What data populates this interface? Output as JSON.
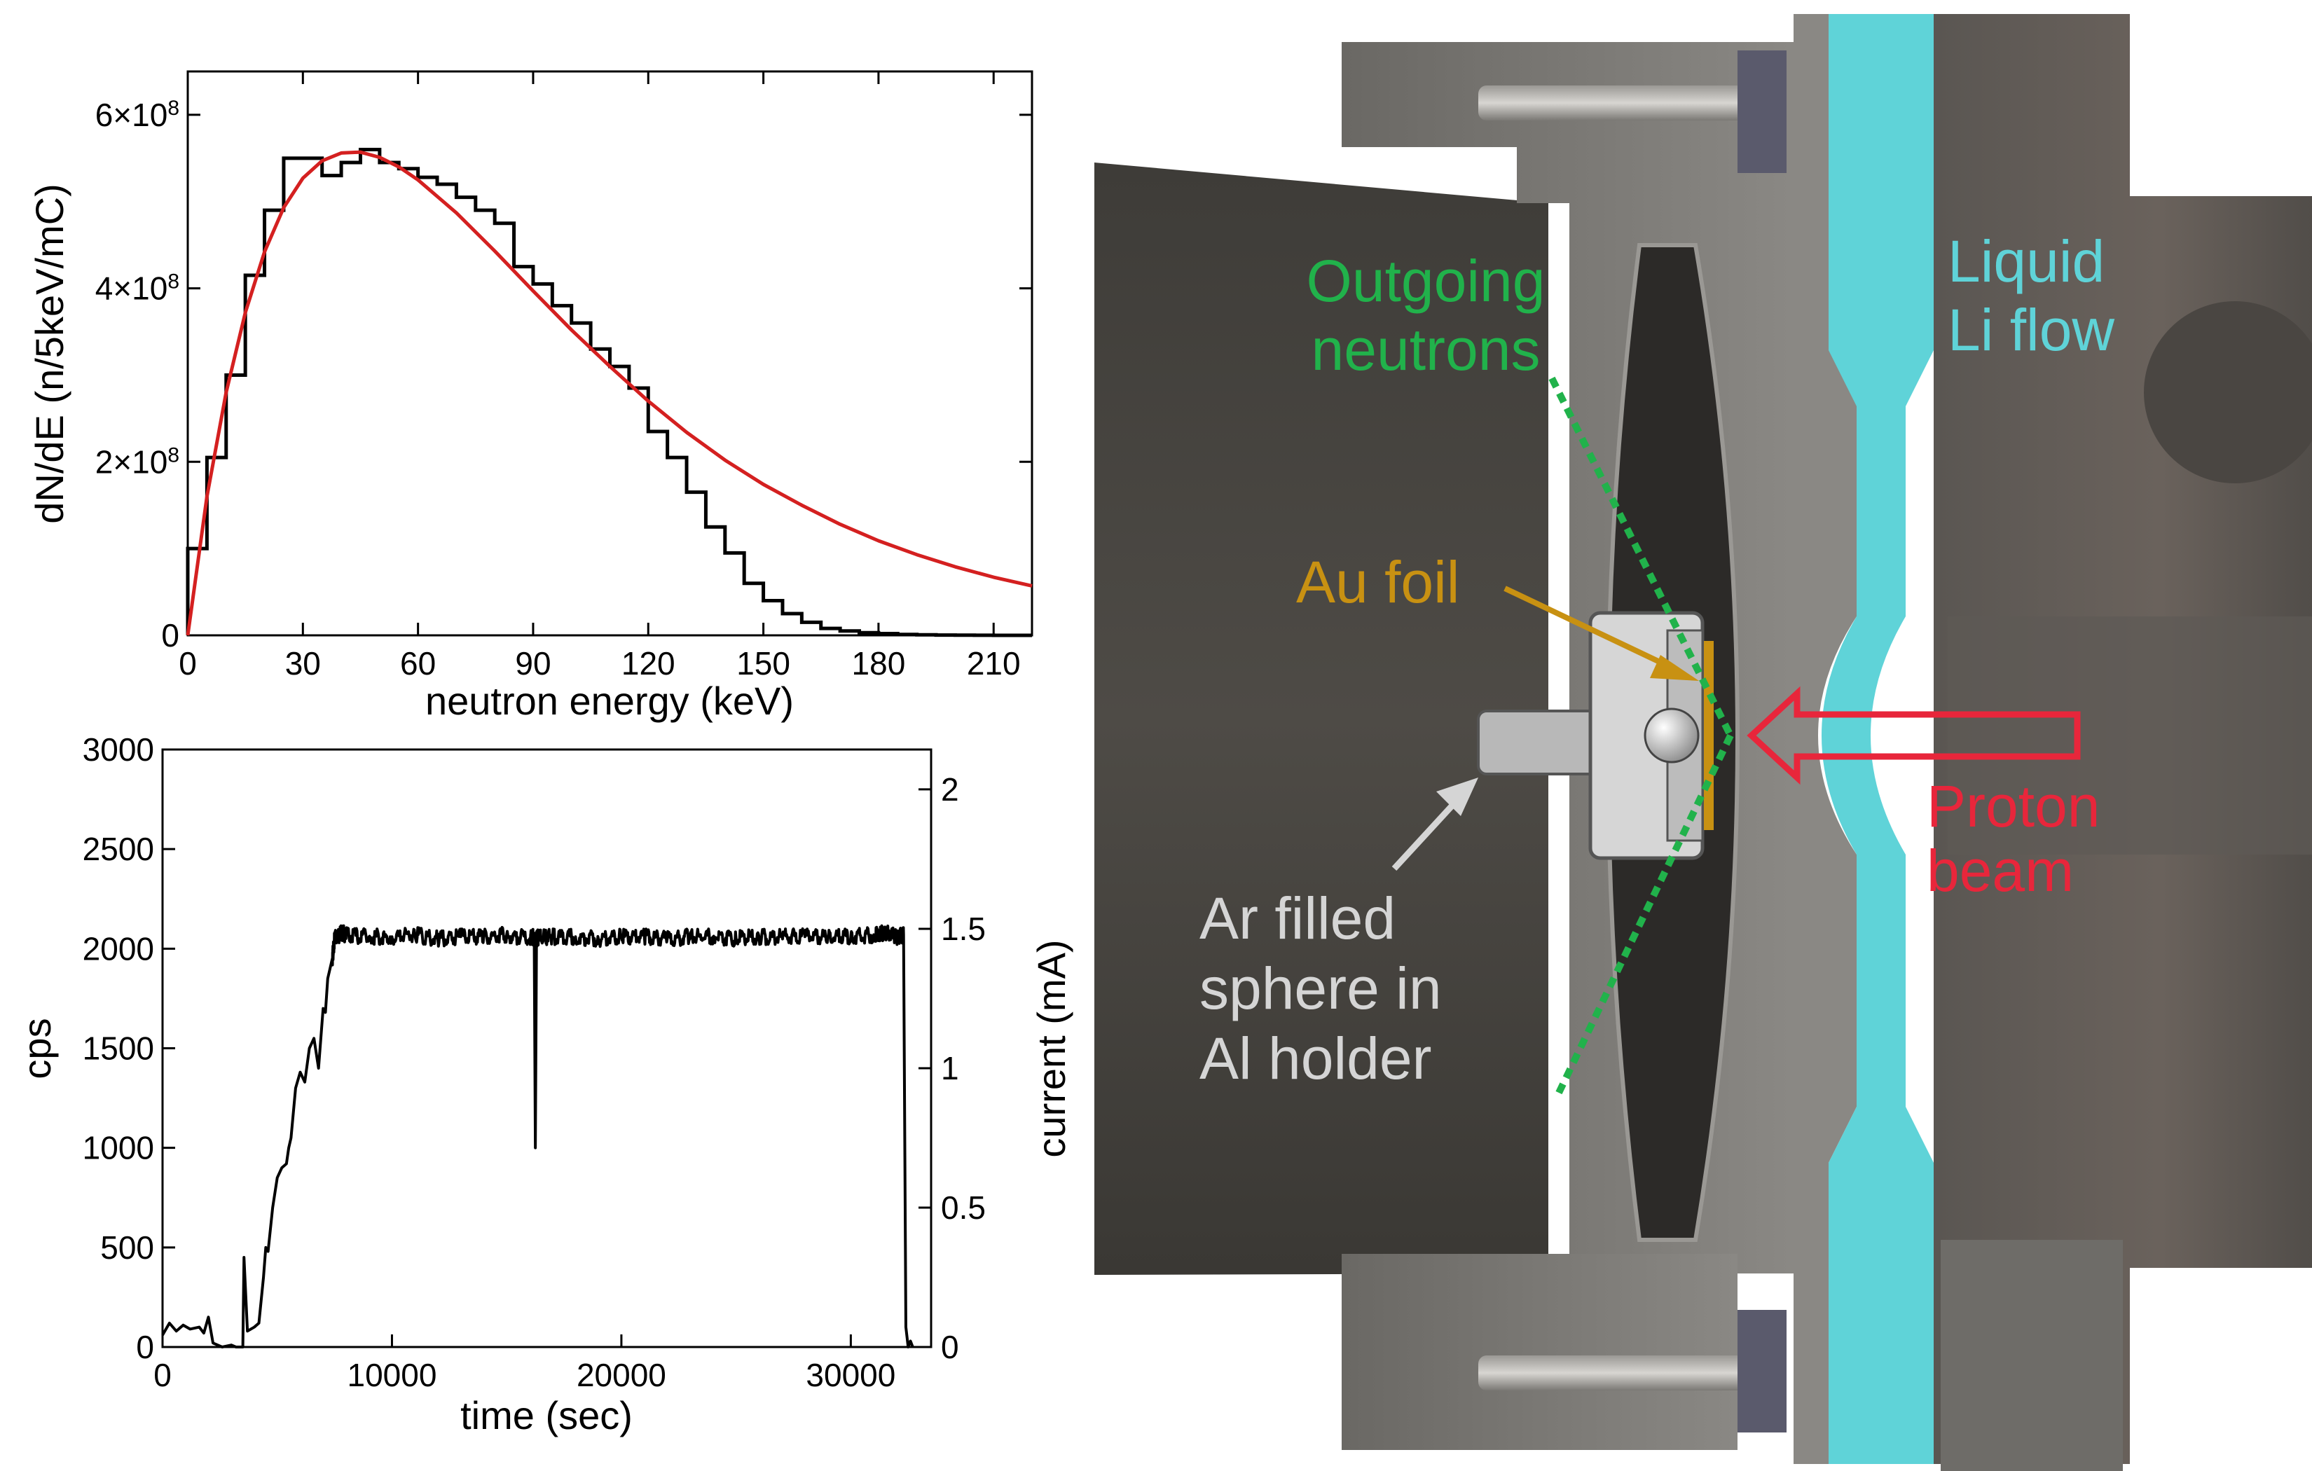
{
  "chart_data": [
    {
      "type": "line",
      "xlabel": "neutron energy (keV)",
      "ylabel": "dN/dE (n/5keV/mC)",
      "xlim": [
        0,
        220
      ],
      "ylim": [
        0,
        650000000
      ],
      "x_ticks": [
        0,
        30,
        60,
        90,
        120,
        150,
        180,
        210
      ],
      "y_ticks": [
        {
          "value": 0,
          "label": "0",
          "exp": ""
        },
        {
          "value": 200000000,
          "label": "2×10",
          "exp": "8"
        },
        {
          "value": 400000000,
          "label": "4×10",
          "exp": "8"
        },
        {
          "value": 600000000,
          "label": "6×10",
          "exp": "8"
        }
      ],
      "grid": false,
      "series": [
        {
          "style": "histogram",
          "color": "#000000",
          "bin_width": 5,
          "x": [
            0,
            5,
            10,
            15,
            20,
            25,
            30,
            35,
            40,
            45,
            50,
            55,
            60,
            65,
            70,
            75,
            80,
            85,
            90,
            95,
            100,
            105,
            110,
            115,
            120,
            125,
            130,
            135,
            140,
            145,
            150,
            155,
            160,
            165,
            170,
            175,
            180,
            185,
            190,
            195,
            200,
            205,
            210,
            215
          ],
          "values": [
            100000000,
            205000000,
            300000000,
            415000000,
            490000000,
            550000000,
            550000000,
            530000000,
            545000000,
            560000000,
            545000000,
            538000000,
            528000000,
            520000000,
            505000000,
            490000000,
            475000000,
            425000000,
            405000000,
            380000000,
            360000000,
            330000000,
            310000000,
            285000000,
            235000000,
            205000000,
            165000000,
            125000000,
            95000000,
            60000000,
            40000000,
            25000000,
            15000000,
            8000000,
            5000000,
            3000000,
            2000000,
            1000000,
            600000,
            300000,
            200000,
            100000,
            50000,
            0
          ]
        },
        {
          "style": "curve",
          "color": "#d42020",
          "x": [
            0,
            5,
            10,
            15,
            20,
            25,
            30,
            35,
            40,
            45,
            50,
            55,
            60,
            70,
            80,
            90,
            100,
            110,
            120,
            130,
            140,
            150,
            160,
            170,
            180,
            190,
            200,
            210,
            220
          ],
          "values": [
            0,
            160000000,
            280000000,
            372000000,
            442000000,
            493000000,
            527000000,
            547000000,
            556000000,
            557000000,
            551000000,
            540000000,
            525000000,
            487000000,
            443000000,
            397000000,
            352000000,
            310000000,
            270000000,
            234000000,
            202000000,
            174000000,
            150000000,
            128000000,
            109000000,
            93000000,
            79000000,
            67000000,
            57000000
          ]
        }
      ]
    },
    {
      "type": "line",
      "xlabel": "time (sec)",
      "ylabel": "cps",
      "y2label": "current (mA)",
      "xlim": [
        0,
        33500
      ],
      "ylim": [
        0,
        3000
      ],
      "y2lim": [
        0,
        2.143
      ],
      "x_ticks": [
        0,
        10000,
        20000,
        30000
      ],
      "y_ticks": [
        0,
        500,
        1000,
        1500,
        2000,
        2500,
        3000
      ],
      "y2_ticks": [
        0,
        0.5,
        1,
        1.5,
        2
      ],
      "grid": false,
      "series": [
        {
          "color": "#000000",
          "x": [
            0,
            300,
            600,
            900,
            1200,
            1600,
            1800,
            2000,
            2200,
            2600,
            3000,
            3200,
            3500,
            3550,
            3700,
            4000,
            4200,
            4400,
            4500,
            4600,
            4800,
            5000,
            5200,
            5400,
            5500,
            5600,
            5800,
            6000,
            6200,
            6400,
            6600,
            6800,
            7000,
            7100,
            7200,
            7300,
            7400,
            7500,
            7800,
            8000,
            9000,
            10000,
            11000,
            12000,
            13000,
            14000,
            15000,
            16000,
            16200,
            16250,
            16300,
            16400,
            17000,
            18000,
            19000,
            20000,
            21000,
            22000,
            23000,
            24000,
            25000,
            26000,
            27000,
            28000,
            29000,
            30000,
            31000,
            31500,
            32000,
            32300,
            32400,
            32450,
            32500,
            32600,
            32700
          ],
          "values": [
            60,
            120,
            80,
            110,
            90,
            100,
            70,
            150,
            20,
            0,
            10,
            0,
            0,
            450,
            80,
            100,
            120,
            350,
            500,
            480,
            700,
            850,
            900,
            920,
            1000,
            1050,
            1300,
            1380,
            1330,
            1500,
            1550,
            1400,
            1700,
            1680,
            1850,
            1900,
            1950,
            2050,
            2080,
            2070,
            2060,
            2060,
            2070,
            2050,
            2060,
            2060,
            2070,
            2050,
            2060,
            1000,
            2050,
            2060,
            2060,
            2060,
            2050,
            2060,
            2060,
            2050,
            2060,
            2060,
            2050,
            2060,
            2060,
            2060,
            2060,
            2060,
            2070,
            2080,
            2060,
            2070,
            100,
            50,
            0,
            30,
            0
          ]
        }
      ]
    }
  ],
  "diagram": {
    "labels": {
      "outgoing_line1": "Outgoing",
      "outgoing_line2": "neutrons",
      "liquid_line1": "Liquid",
      "liquid_line2": "Li flow",
      "au_foil": "Au foil",
      "proton_line1": "Proton",
      "proton_line2": "beam",
      "ar_line1": "Ar filled",
      "ar_line2": "sphere in",
      "ar_line3": "Al holder"
    },
    "colors": {
      "outgoing": "#21b24b",
      "liquid": "#5fd3d8",
      "au_foil": "#c89112",
      "proton": "#e8263b",
      "ar": "#d5d5d5"
    }
  }
}
